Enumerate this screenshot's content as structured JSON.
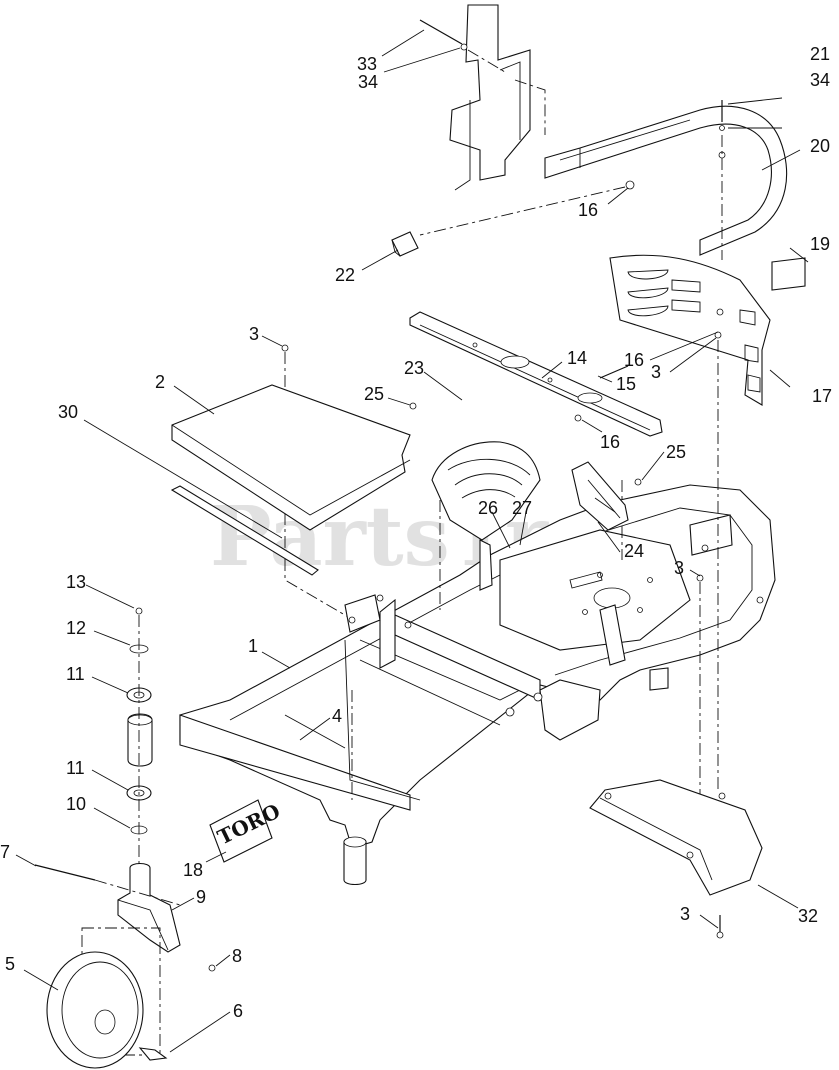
{
  "watermark": "PartsTree",
  "logo_text": "TORO",
  "callouts": {
    "c33": "33",
    "c34a": "34",
    "c21": "21",
    "c34b": "34",
    "c20": "20",
    "c16a": "16",
    "c22": "22",
    "c19": "19",
    "c3a": "3",
    "c14": "14",
    "c16b": "16",
    "c3b": "3",
    "c17": "17",
    "c2": "2",
    "c23": "23",
    "c25a": "25",
    "c15": "15",
    "c30": "30",
    "c16c": "16",
    "c25b": "25",
    "c26": "26",
    "c27": "27",
    "c24": "24",
    "c13": "13",
    "c3c": "3",
    "c12": "12",
    "c1": "1",
    "c11a": "11",
    "c4": "4",
    "c11b": "11",
    "c10": "10",
    "c18": "18",
    "c7": "7",
    "c9": "9",
    "c8": "8",
    "c3d": "3",
    "c32": "32",
    "c5": "5",
    "c6": "6"
  }
}
